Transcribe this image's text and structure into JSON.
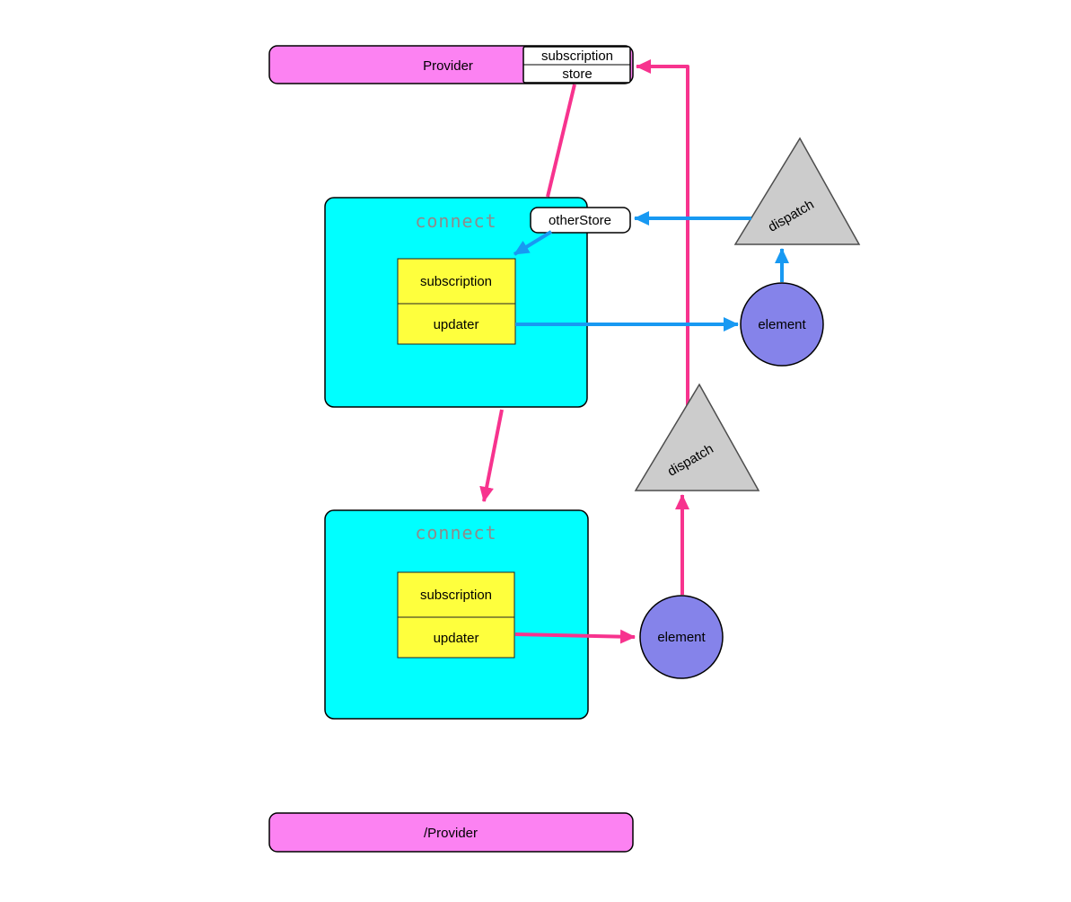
{
  "colors": {
    "background": "#ffffff",
    "provider_fill": "#fc82f2",
    "connect_fill": "#00ffff",
    "member_fill": "#feff3d",
    "element_fill": "#8583ea",
    "dispatch_fill": "#cccccc",
    "dispatch_stroke": "#4d4d4d",
    "arrow_pink": "#f7338e",
    "arrow_blue": "#1899f2",
    "connect_title_color": "#8c8c8c",
    "store_box_fill": "#ffffff",
    "other_store_fill": "#ffffff"
  },
  "nodes": {
    "provider": {
      "label": "Provider",
      "subscription_label": "subscription",
      "store_label": "store"
    },
    "other_store": {
      "label": "otherStore"
    },
    "connect_top": {
      "title": "connect",
      "subscription_label": "subscription",
      "updater_label": "updater"
    },
    "connect_bottom": {
      "title": "connect",
      "subscription_label": "subscription",
      "updater_label": "updater"
    },
    "dispatch_top": {
      "label": "dispatch"
    },
    "dispatch_bottom": {
      "label": "dispatch"
    },
    "element_top": {
      "label": "element"
    },
    "element_bottom": {
      "label": "element"
    },
    "provider_closing": {
      "label": "/Provider"
    }
  }
}
